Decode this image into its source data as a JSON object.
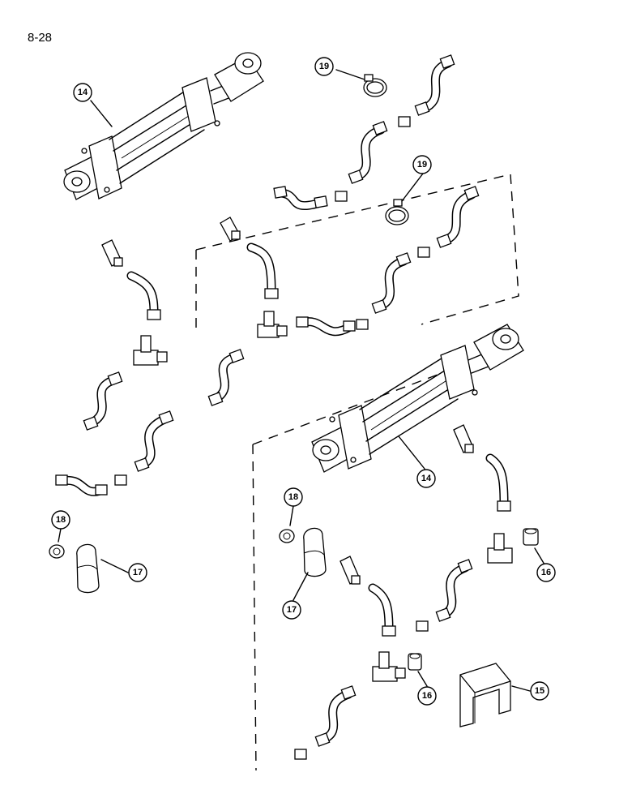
{
  "page": {
    "number": "8-28"
  },
  "callouts": {
    "c14a": "14",
    "c14b": "14",
    "c19a": "19",
    "c19b": "19",
    "c18a": "18",
    "c18b": "18",
    "c17a": "17",
    "c17b": "17",
    "c16a": "16",
    "c16b": "16",
    "c15": "15"
  }
}
